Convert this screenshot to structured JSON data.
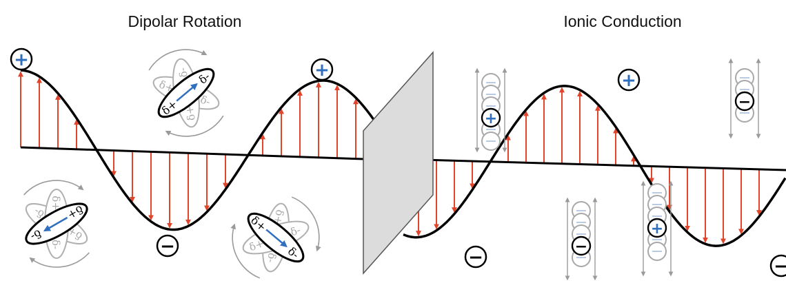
{
  "titles": {
    "left": "Dipolar Rotation",
    "right": "Ionic Conduction"
  },
  "symbols": {
    "plus": "+",
    "minus": "−",
    "delta_plus": "δ+",
    "delta_minus": "δ-"
  },
  "colors": {
    "field_arrow": "#e0452b",
    "wave": "#000000",
    "dipole_axis": "#2f6fbe",
    "ghost": "#a8a8a8",
    "plate_fill": "#dcdcdc",
    "ion_sign": "#2f6fbe"
  },
  "icons": {
    "plus_charge": "circle-plus-icon",
    "minus_charge": "circle-minus-icon",
    "rotation": "rotation-arrows-icon",
    "oscillation": "double-arrow-icon"
  }
}
